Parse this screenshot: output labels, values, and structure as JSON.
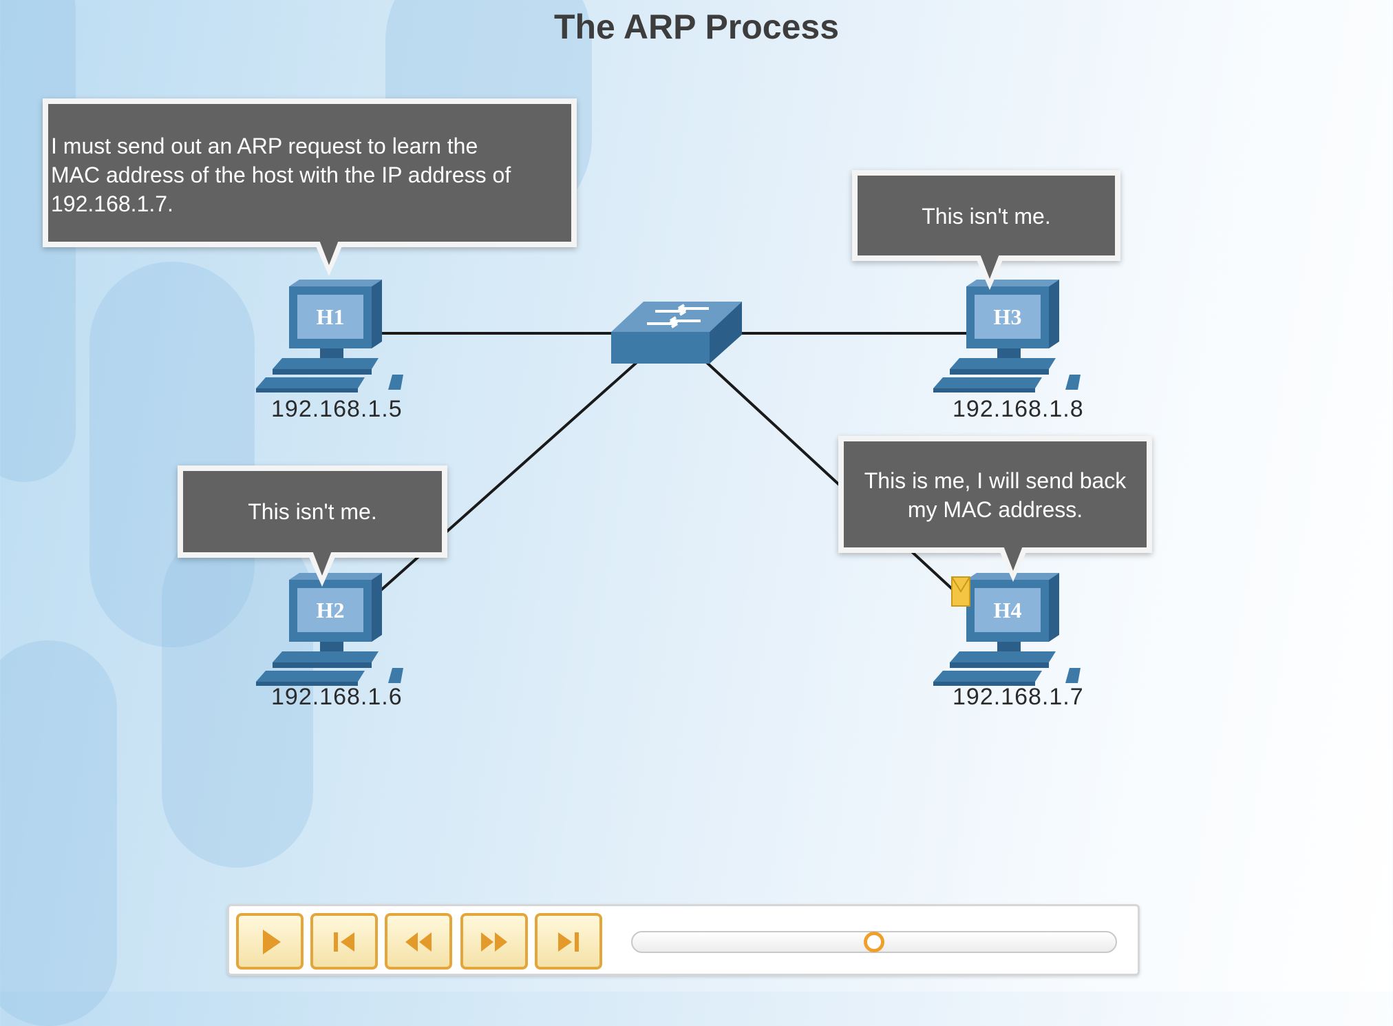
{
  "title": "The ARP Process",
  "hosts": [
    {
      "label": "H1",
      "ip": "192.168.1.5"
    },
    {
      "label": "H2",
      "ip": "192.168.1.6"
    },
    {
      "label": "H3",
      "ip": "192.168.1.8"
    },
    {
      "label": "H4",
      "ip": "192.168.1.7"
    }
  ],
  "callouts": {
    "h1": [
      "I must send out an ARP request to learn the",
      "MAC address of the host with the IP address of",
      "192.168.1.7."
    ],
    "h2": "This isn't me.",
    "h3": "This isn't me.",
    "h4": [
      "This is me, I will send back",
      "my MAC address."
    ]
  },
  "player": {
    "buttons": [
      "play-icon",
      "skip-to-start-icon",
      "rewind-icon",
      "fast-forward-icon",
      "skip-to-end-icon"
    ],
    "progress": 0.5
  },
  "colors": {
    "accent": "#e4a63a",
    "callout_bg": "#626262",
    "device_blue": "#3d7aa8"
  }
}
